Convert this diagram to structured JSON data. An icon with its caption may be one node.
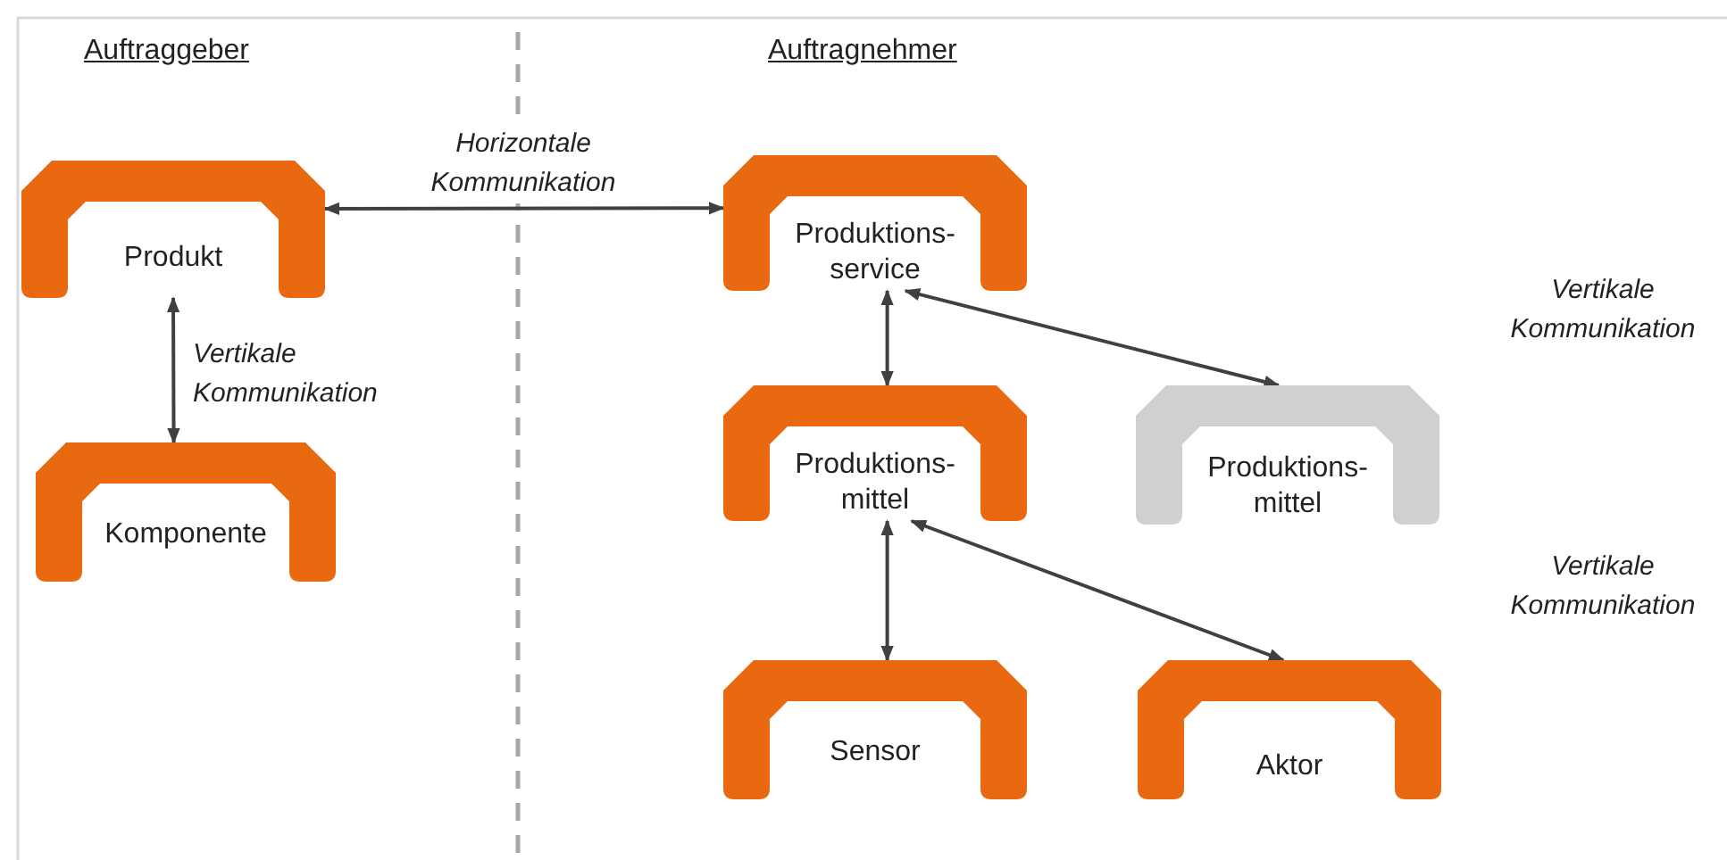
{
  "diagram": {
    "nodes": [
      {
        "text": [
          "Produkt"
        ]
      },
      {
        "text": [
          "Komponente"
        ]
      },
      {
        "text": [
          "Produktions- service"
        ]
      },
      {
        "text": [
          "Produktions- mittel"
        ]
      },
      {
        "text": [
          "Produktions- mittel"
        ]
      },
      {
        "text": [
          "Sensor"
        ]
      },
      {
        "text": [
          "Aktor"
        ]
      }
    ],
    "edges": [
      {
        "from": 0,
        "to": 2,
        "arrow": "both",
        "label": "Horizontale Kommunikation"
      },
      {
        "from": 0,
        "to": 1,
        "arrow": "both",
        "label": "Vertikale Kommunikation"
      },
      {
        "from": 2,
        "to": 3,
        "arrow": "both"
      },
      {
        "from": 2,
        "to": 4,
        "arrow": "both"
      },
      {
        "from": 3,
        "to": 5,
        "arrow": "both"
      },
      {
        "from": 3,
        "to": 6,
        "arrow": "both"
      }
    ],
    "labels": [
      "Auftraggeber",
      "Auftragnehmer",
      "Vertikale Kommunikation",
      "Vertikale Kommunikation"
    ]
  }
}
